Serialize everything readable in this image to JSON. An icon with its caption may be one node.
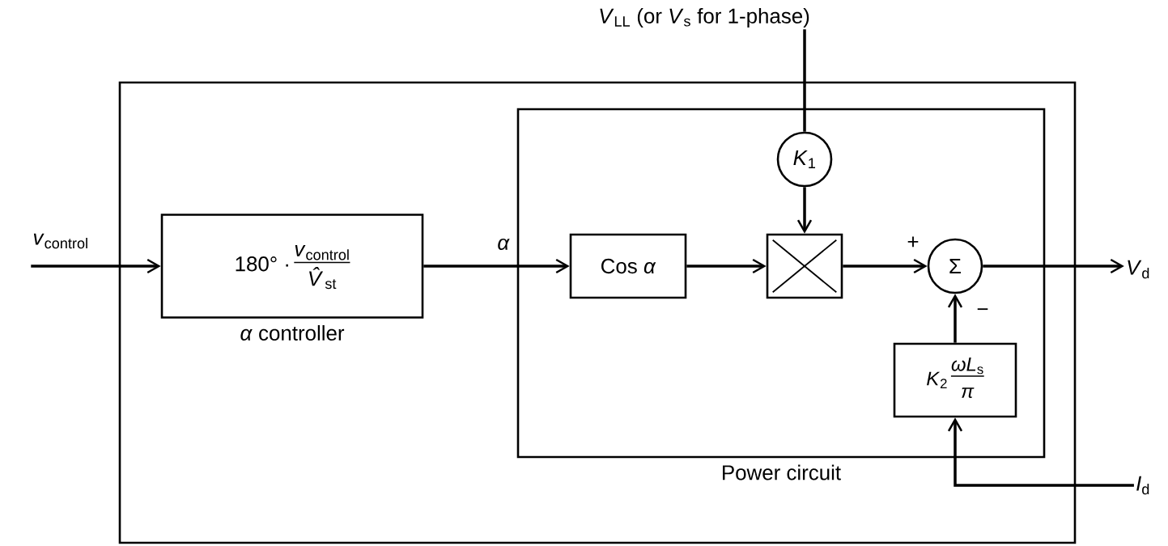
{
  "diagram": {
    "nodes": [
      {
        "text": [],
        "shape": "box"
      },
      {
        "text": [
          "180° ·",
          "*v*$_{control}$",
          "*V̂*$_{st}$",
          "*α* controller"
        ],
        "in": 0
      },
      {
        "text": [
          "Power circuit"
        ],
        "in": 0
      },
      {
        "text": [
          "Cos *α*"
        ],
        "in": 2
      },
      {
        "text": [],
        "shape": "box",
        "in": 2
      },
      {
        "text": [
          "*K*$_{1}$"
        ],
        "in": 2
      },
      {
        "text": [
          "Σ"
        ],
        "in": 2
      },
      {
        "text": [
          "*K*$_{2}$",
          "*ωL*$_{s}$",
          "*π*"
        ],
        "in": 2
      },
      {
        "text": [
          "*v*$_{control}$"
        ]
      },
      {
        "text": [
          "*V*$_{LL}$ (or *V*$_{s}$ for 1-phase)"
        ]
      },
      {
        "text": [
          "*V*$_{d}$"
        ]
      },
      {
        "text": [
          "*I*$_{d}$"
        ]
      }
    ],
    "edges": [
      {
        "from": 8,
        "to": 1,
        "arrow": "to"
      },
      {
        "from": 1,
        "to": 3,
        "arrow": "to",
        "label": "*α*"
      },
      {
        "from": 3,
        "to": 4,
        "arrow": "to"
      },
      {
        "from": 9,
        "to": 5,
        "arrow": "none"
      },
      {
        "from": 5,
        "to": 4,
        "arrow": "to"
      },
      {
        "from": 4,
        "to": 6,
        "arrow": "to",
        "label": "+"
      },
      {
        "from": 7,
        "to": 6,
        "arrow": "to",
        "label": "−"
      },
      {
        "from": 6,
        "to": 10,
        "arrow": "to"
      },
      {
        "from": 11,
        "to": 7,
        "arrow": "to"
      }
    ]
  }
}
